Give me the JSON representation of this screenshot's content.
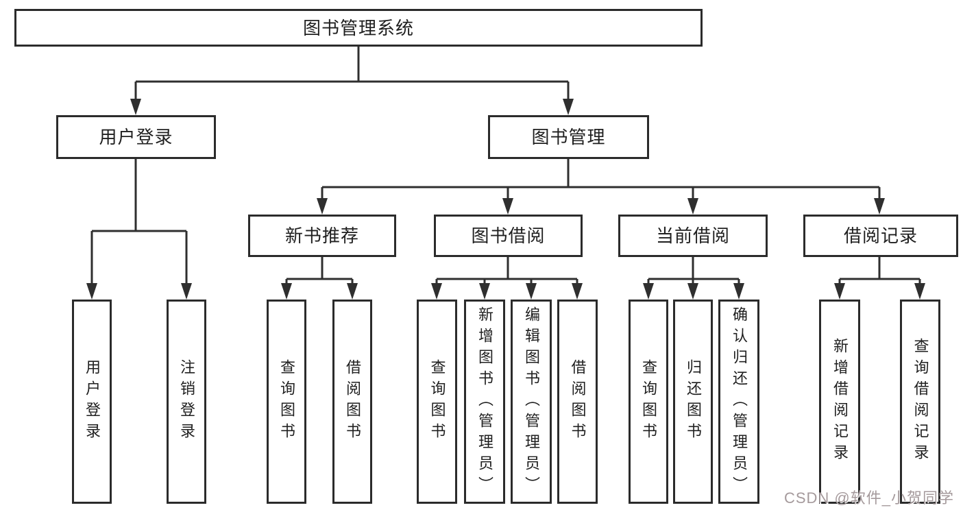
{
  "tree": {
    "label": "图书管理系统",
    "children": [
      {
        "label": "用户登录",
        "children": [
          {
            "label": "用户登录"
          },
          {
            "label": "注销登录"
          }
        ]
      },
      {
        "label": "图书管理",
        "children": [
          {
            "label": "新书推荐",
            "children": [
              {
                "label": "查询图书"
              },
              {
                "label": "借阅图书"
              }
            ]
          },
          {
            "label": "图书借阅",
            "children": [
              {
                "label": "查询图书"
              },
              {
                "label": "新增图书（管理员）"
              },
              {
                "label": "编辑图书（管理员）"
              },
              {
                "label": "借阅图书"
              }
            ]
          },
          {
            "label": "当前借阅",
            "children": [
              {
                "label": "查询图书"
              },
              {
                "label": "归还图书"
              },
              {
                "label": "确认归还（管理员）"
              }
            ]
          },
          {
            "label": "借阅记录",
            "children": [
              {
                "label": "新增借阅记录"
              },
              {
                "label": "查询借阅记录"
              }
            ]
          }
        ]
      }
    ]
  },
  "watermark": {
    "text": "CSDN @软件_小贺同学",
    "color": "#a59a9c"
  },
  "style": {
    "line_color": "#2f2f2f",
    "box_border_color": "#2b2b2b",
    "text_color": "#1f1f1f",
    "background": "#ffffff"
  }
}
